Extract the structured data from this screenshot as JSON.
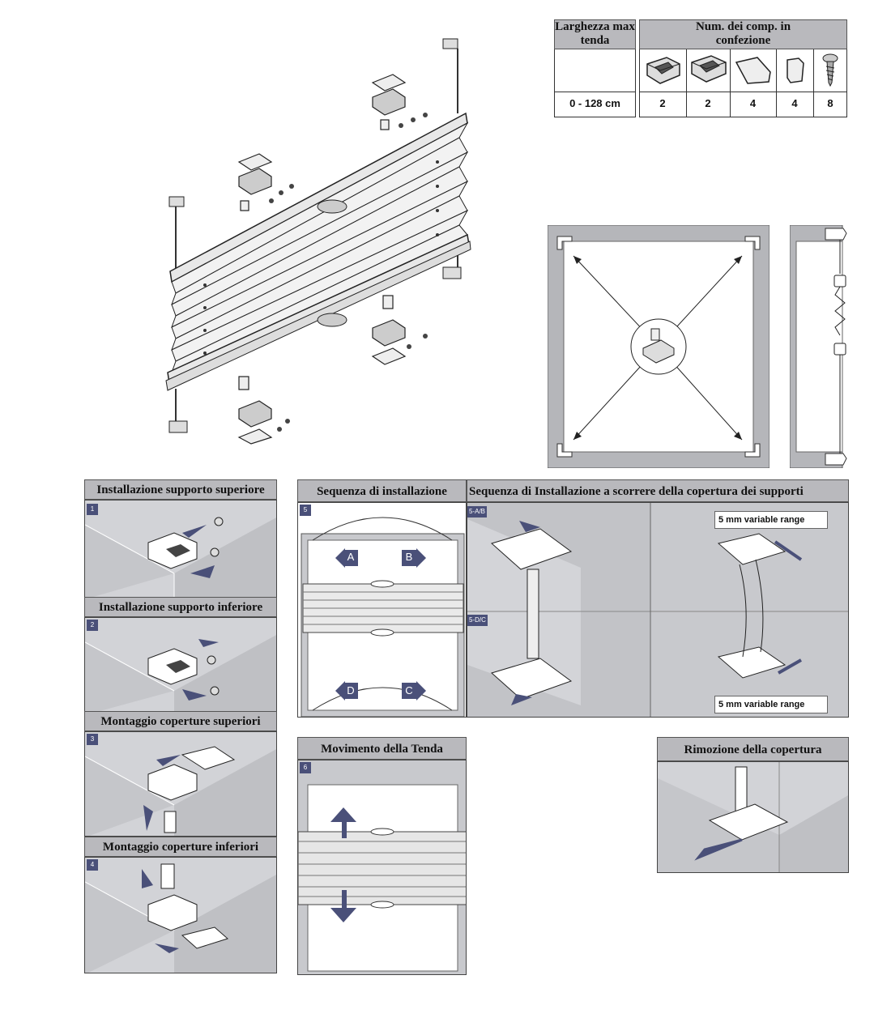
{
  "parts_table": {
    "col1_header": "Larghezza max tenda",
    "col2_header": "Num. dei comp. in confezione",
    "width_value": "0 - 128 cm",
    "quantities": [
      "2",
      "2",
      "4",
      "4",
      "8"
    ],
    "part_icons": [
      "top-bracket-icon",
      "bottom-bracket-icon",
      "bracket-cover-icon",
      "cover-clip-icon",
      "screw-icon"
    ]
  },
  "sections": {
    "s1_title": "Installazione supporto superiore",
    "s2_title": "Installazione supporto inferiore",
    "s3_title": "Montaggio coperture superiori",
    "s4_title": "Montaggio coperture inferiori",
    "s5_title": "Sequenza di installazione",
    "s5ab_title": "Sequenza di Installazione a scorrere della copertura dei supporti",
    "s6_title": "Movimento della Tenda",
    "s7_title": "Rimozione della copertura"
  },
  "steps": {
    "s1": "1",
    "s2": "2",
    "s3": "3",
    "s4": "4",
    "s5": "5",
    "s5ab": "5-A/B",
    "s5dc": "5-D/C",
    "s6": "6"
  },
  "seq_labels": {
    "a": "A",
    "b": "B",
    "c": "C",
    "d": "D"
  },
  "range_label": "5 mm variable range"
}
